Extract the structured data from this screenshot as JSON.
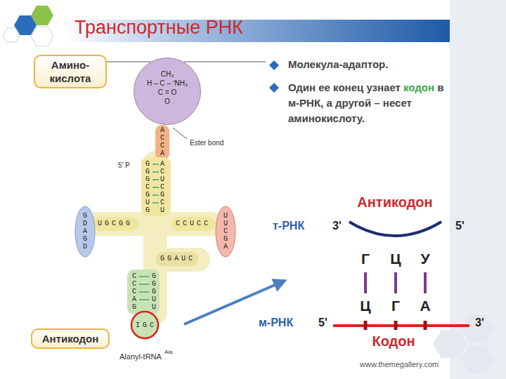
{
  "diagram": {
    "title": "Транспортные РНК",
    "nodes": [
      {
        "text": [
          "CH₃",
          "H – C – ⁺NH₃",
          "C = O",
          "O"
        ]
      },
      {
        "text": [
          "Амино-кислота"
        ]
      },
      {
        "text": [
          "Антикодон"
        ]
      }
    ],
    "edges": [
      {
        "from": 1,
        "to": 0,
        "arrow": "none"
      }
    ],
    "labels": [
      "Ester bond",
      "5′ P",
      "ACCA",
      "GGGCGUG",
      "ACUCGCU",
      "UGCGG",
      "GDAGD",
      "CCUCC",
      "UUCGA",
      "GGAUC",
      "CCCAG",
      "GGGUU",
      "IGC",
      "Alanyl-tRNA",
      "Ala",
      "Молекула-адаптор.",
      "Один ее конец узнает",
      "кодон",
      "в м-РНК, а другой – несет аминокислоту.",
      "Антикодон",
      "т-РНК",
      "3'",
      "5'",
      "Г",
      "Ц",
      "У",
      "Ц",
      "Г",
      "А",
      "м-РНК",
      "5'",
      "3'",
      "Кодон",
      "www.themegallery.com"
    ]
  }
}
